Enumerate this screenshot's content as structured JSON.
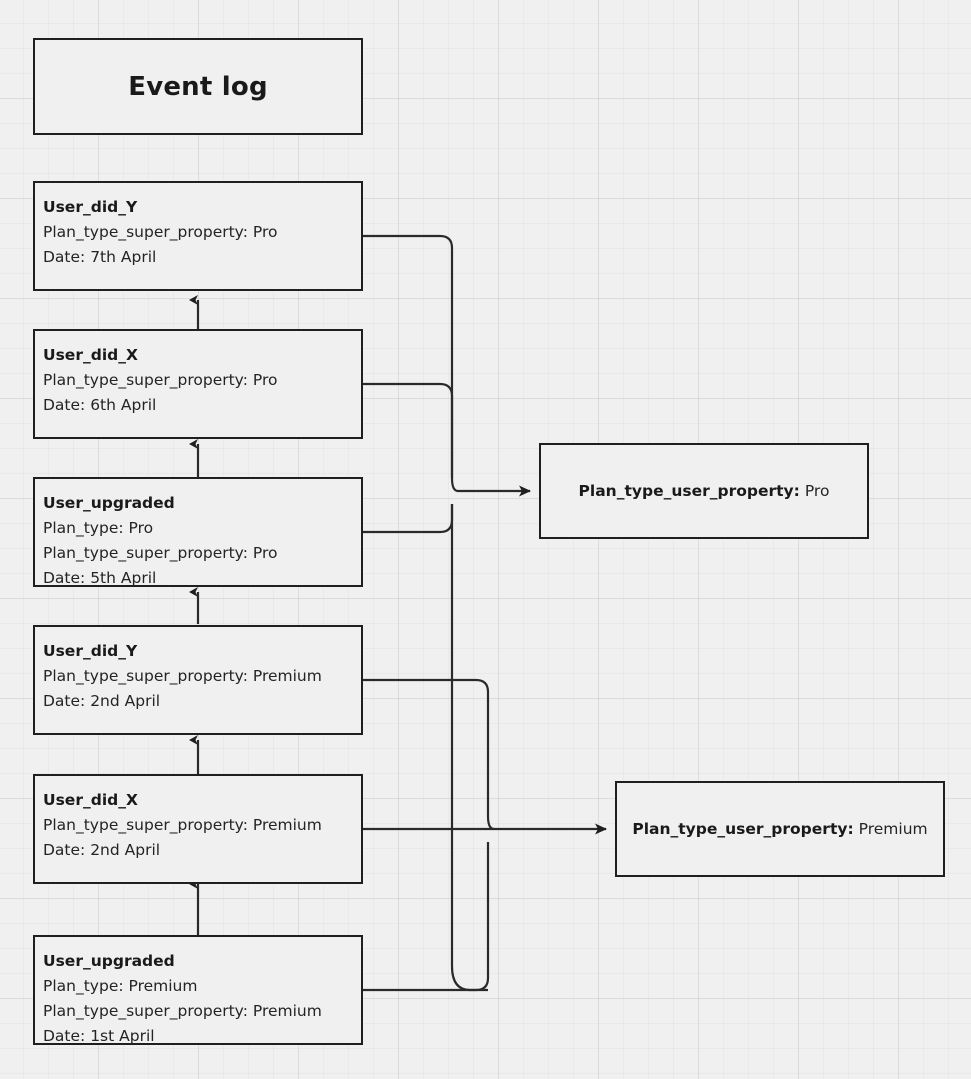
{
  "diagram": {
    "title_box": {
      "label": "Event log"
    },
    "events": [
      {
        "name": "User_did_Y",
        "attrs": [
          "Plan_type_super_property: Pro",
          "Date: 7th April"
        ]
      },
      {
        "name": "User_did_X",
        "attrs": [
          "Plan_type_super_property: Pro",
          "Date: 6th April"
        ]
      },
      {
        "name": "User_upgraded",
        "attrs": [
          "Plan_type: Pro",
          "Plan_type_super_property: Pro",
          "Date: 5th April"
        ]
      },
      {
        "name": "User_did_Y",
        "attrs": [
          "Plan_type_super_property: Premium",
          "Date: 2nd April"
        ]
      },
      {
        "name": "User_did_X",
        "attrs": [
          "Plan_type_super_property: Premium",
          "Date: 2nd April"
        ]
      },
      {
        "name": "User_upgraded",
        "attrs": [
          "Plan_type: Premium",
          "Plan_type_super_property: Premium",
          "Date: 1st April"
        ]
      }
    ],
    "properties": [
      {
        "key": "Plan_type_user_property:",
        "value": "Pro"
      },
      {
        "key": "Plan_type_user_property:",
        "value": "Premium"
      }
    ],
    "colors": {
      "canvas": "#f0f0f0",
      "stroke": "#1f1f1f",
      "grid_major": "#e2e2e2",
      "grid_minor": "#e9e9e9",
      "text": "#1a1a1a"
    }
  }
}
